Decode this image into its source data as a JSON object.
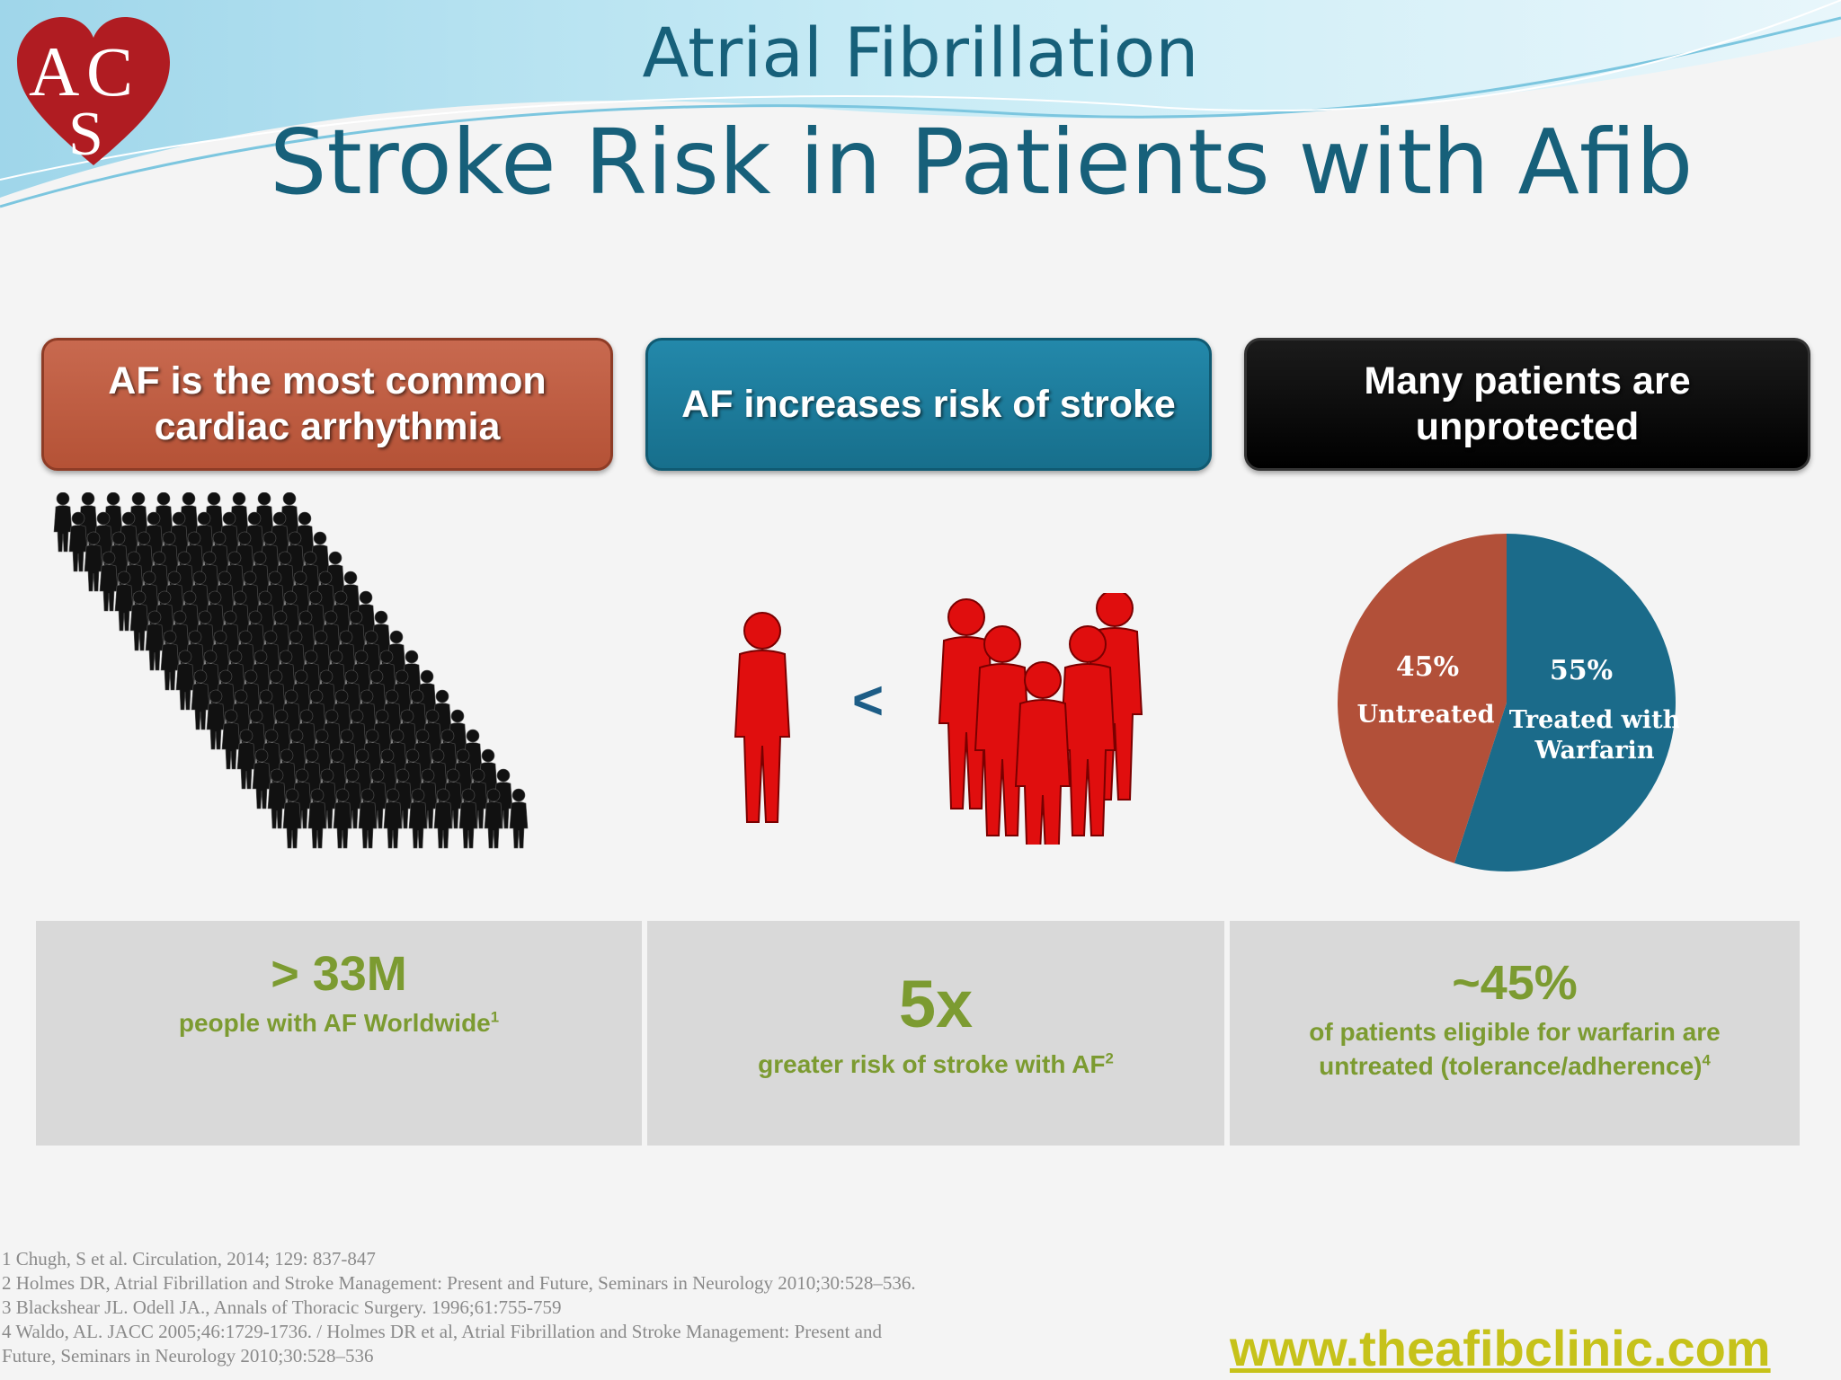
{
  "header": {
    "title": "Atrial Fibrillation",
    "subtitle": "Stroke Risk in Patients with Afib",
    "logo_letters": "ACS"
  },
  "columns": [
    {
      "heading": "AF is the most common cardiac arrhythmia",
      "heading_lines": [
        "AF is the most common",
        "cardiac arrhythmia"
      ],
      "heading_color": "#b9573b",
      "stat_value": "> 33M",
      "stat_text": "people with AF Worldwide",
      "stat_ref": "1"
    },
    {
      "heading": "AF increases risk of stroke",
      "heading_color": "#1a7797",
      "comparison_symbol": "<",
      "stat_value": "5x",
      "stat_text": "greater risk of stroke with AF",
      "stat_ref": "2"
    },
    {
      "heading": "Many patients are unprotected",
      "heading_lines": [
        "Many patients are",
        "unprotected"
      ],
      "heading_color": "#000000",
      "stat_value": "~45%",
      "stat_text_lines": [
        "of patients eligible for warfarin are",
        "untreated (tolerance/adherence)"
      ],
      "stat_ref": "4"
    }
  ],
  "chart_data": {
    "type": "pie",
    "slices": [
      {
        "label": "Untreated",
        "value": 45,
        "value_label": "45%",
        "color": "#b25039"
      },
      {
        "label": "Treated with Warfarin",
        "value": 55,
        "value_label": "55%",
        "color": "#1b6b8a"
      }
    ]
  },
  "references": [
    "1 Chugh, S et al. Circulation, 2014; 129: 837-847",
    "2 Holmes DR, Atrial Fibrillation and Stroke Management: Present and Future, Seminars in Neurology 2010;30:528–536.",
    "3 Blackshear JL. Odell JA., Annals of Thoracic Surgery. 1996;61:755-759",
    "4 Waldo, AL. JACC 2005;46:1729-1736. /  Holmes DR et al, Atrial Fibrillation and Stroke Management: Present and",
    "Future, Seminars in Neurology 2010;30:528–536"
  ],
  "footer": {
    "url": "www.theafibclinic.com"
  },
  "colors": {
    "title": "#17607a",
    "stat_green": "#7c9b31",
    "url_yellow": "#c6c21a"
  }
}
